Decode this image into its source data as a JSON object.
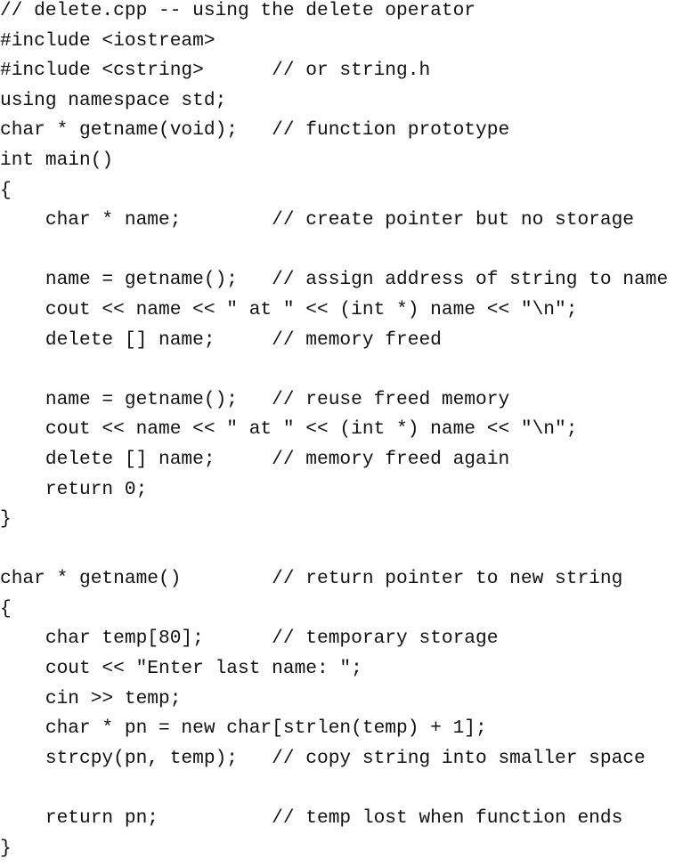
{
  "code": {
    "lines": [
      "// delete.cpp -- using the delete operator",
      "#include <iostream>",
      "#include <cstring>      // or string.h",
      "using namespace std;",
      "char * getname(void);   // function prototype",
      "int main()",
      "{",
      "    char * name;        // create pointer but no storage",
      "",
      "    name = getname();   // assign address of string to name",
      "    cout << name << \" at \" << (int *) name << \"\\n\";",
      "    delete [] name;     // memory freed",
      "",
      "    name = getname();   // reuse freed memory",
      "    cout << name << \" at \" << (int *) name << \"\\n\";",
      "    delete [] name;     // memory freed again",
      "    return 0;",
      "}",
      "",
      "char * getname()        // return pointer to new string",
      "{",
      "    char temp[80];      // temporary storage",
      "    cout << \"Enter last name: \";",
      "    cin >> temp;",
      "    char * pn = new char[strlen(temp) + 1];",
      "    strcpy(pn, temp);   // copy string into smaller space",
      "",
      "    return pn;          // temp lost when function ends",
      "}"
    ]
  }
}
